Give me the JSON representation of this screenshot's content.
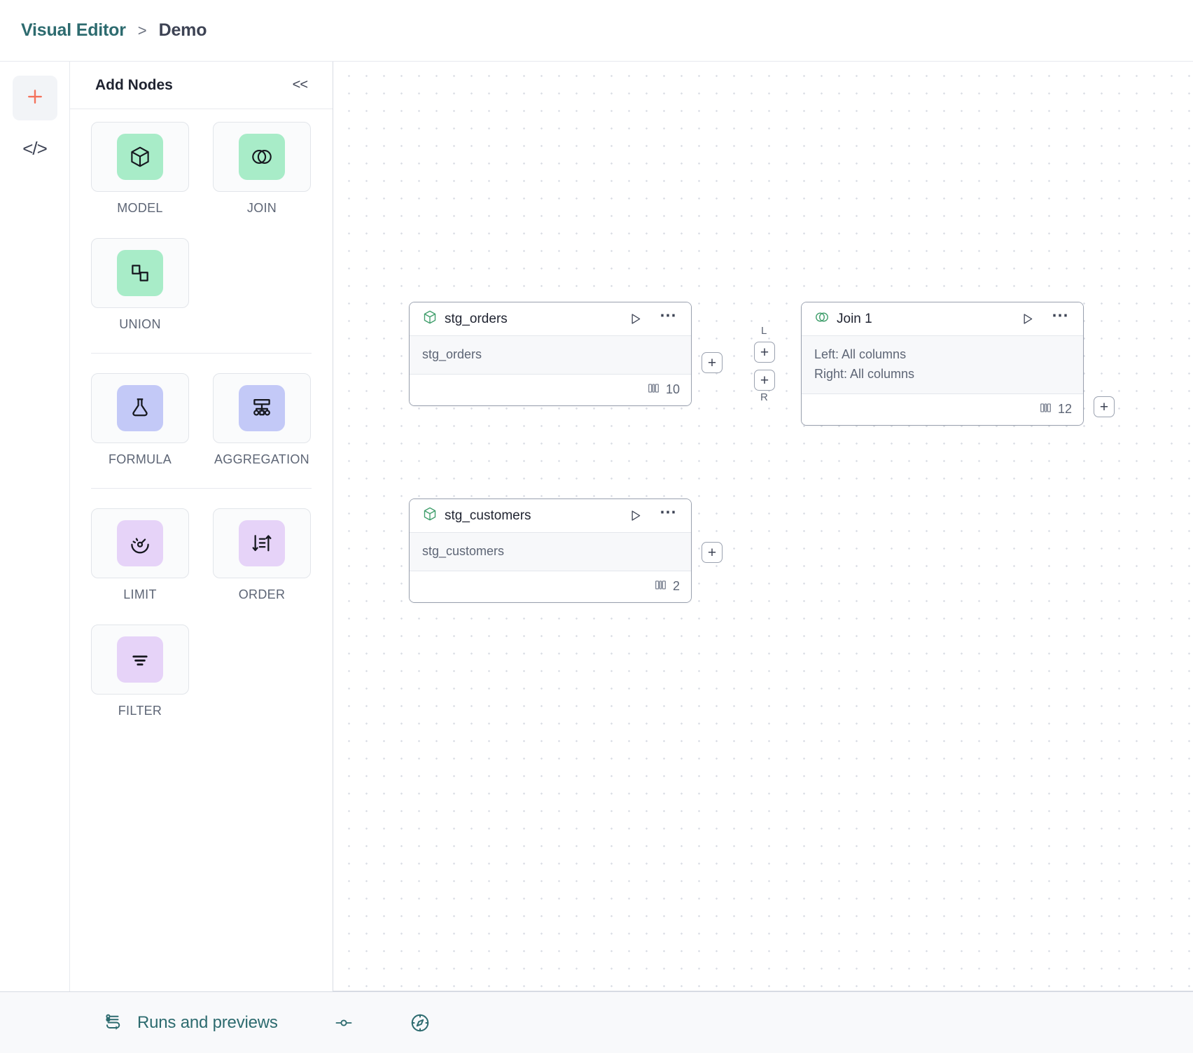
{
  "header": {
    "breadcrumb_root": "Visual Editor",
    "breadcrumb_separator": ">",
    "breadcrumb_leaf": "Demo"
  },
  "rail": {
    "add_icon": "plus-icon",
    "code_icon": "code-icon",
    "code_glyph": "</>"
  },
  "panel": {
    "title": "Add Nodes",
    "collapse_label": "<<",
    "groups": [
      {
        "items": [
          {
            "label": "MODEL",
            "icon": "cube-icon",
            "tone": "ico-green"
          },
          {
            "label": "JOIN",
            "icon": "venn-icon",
            "tone": "ico-green"
          },
          {
            "label": "UNION",
            "icon": "union-shapes-icon",
            "tone": "ico-green"
          }
        ]
      },
      {
        "items": [
          {
            "label": "FORMULA",
            "icon": "flask-icon",
            "tone": "ico-blue"
          },
          {
            "label": "AGGREGATION",
            "icon": "hierarchy-icon",
            "tone": "ico-blue"
          }
        ]
      },
      {
        "items": [
          {
            "label": "LIMIT",
            "icon": "gauge-icon",
            "tone": "ico-purple"
          },
          {
            "label": "ORDER",
            "icon": "sort-icon",
            "tone": "ico-purple"
          },
          {
            "label": "FILTER",
            "icon": "filter-icon",
            "tone": "ico-purple"
          }
        ]
      }
    ]
  },
  "canvas": {
    "nodes": [
      {
        "id": "stg_orders",
        "title": "stg_orders",
        "icon": "cube-icon",
        "rows": [
          "stg_orders"
        ],
        "column_count": "10",
        "column_icon": "columns-icon",
        "run_icon": "play-icon",
        "more_icon": "more-icon"
      },
      {
        "id": "join_1",
        "title": "Join 1",
        "icon": "venn-icon",
        "rows": [
          "Left: All columns",
          "Right: All columns"
        ],
        "column_count": "12",
        "column_icon": "columns-icon",
        "run_icon": "play-icon",
        "more_icon": "more-icon"
      },
      {
        "id": "stg_customers",
        "title": "stg_customers",
        "icon": "cube-icon",
        "rows": [
          "stg_customers"
        ],
        "column_count": "2",
        "column_icon": "columns-icon",
        "run_icon": "play-icon",
        "more_icon": "more-icon"
      }
    ],
    "ports": {
      "plus": "+",
      "left_label": "L",
      "right_label": "R"
    }
  },
  "footer": {
    "runs_label": "Runs and previews",
    "runs_icon": "runs-flow-icon",
    "slider_icon": "slider-icon",
    "compass_icon": "compass-icon"
  },
  "colors": {
    "accent_teal": "#2d6b6f",
    "accent_orange": "#f4715b",
    "node_green": "#a8ecc8",
    "node_blue": "#c3c9f7",
    "node_purple": "#e6d3f8",
    "model_icon_green": "#3f9e6b"
  }
}
